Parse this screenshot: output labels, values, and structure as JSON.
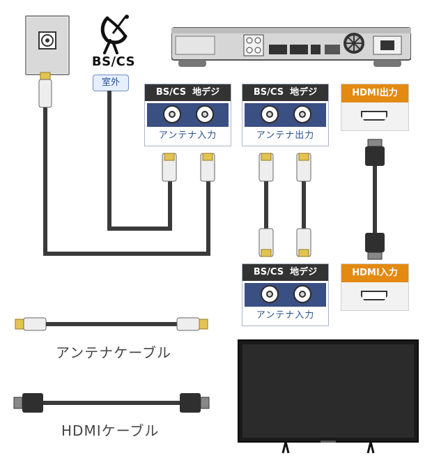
{
  "outdoor_antenna": {
    "label": "BS/CS",
    "location_tag": "室外"
  },
  "recorder_antenna_in": {
    "header": "BS/CS  地デジ",
    "footer": "アンテナ入力"
  },
  "recorder_antenna_out": {
    "header": "BS/CS  地デジ",
    "footer": "アンテナ出力"
  },
  "recorder_hdmi_out": {
    "header": "HDMI出力"
  },
  "tv_antenna_in": {
    "header": "BS/CS  地デジ",
    "footer": "アンテナ入力"
  },
  "tv_hdmi_in": {
    "header": "HDMI入力"
  },
  "legend": {
    "antenna_cable": "アンテナケーブル",
    "hdmi_cable": "HDMIケーブル"
  },
  "icons": {
    "wall_outlet": "wall-antenna-outlet-icon",
    "dish": "satellite-dish-icon",
    "recorder": "blu-ray-recorder-rear-icon",
    "tv": "television-icon"
  },
  "colors": {
    "panel_blue": "#3a4f82",
    "accent_orange": "#e38a12",
    "cable_dark": "#3a3a3a",
    "label_blue": "#24508f"
  }
}
